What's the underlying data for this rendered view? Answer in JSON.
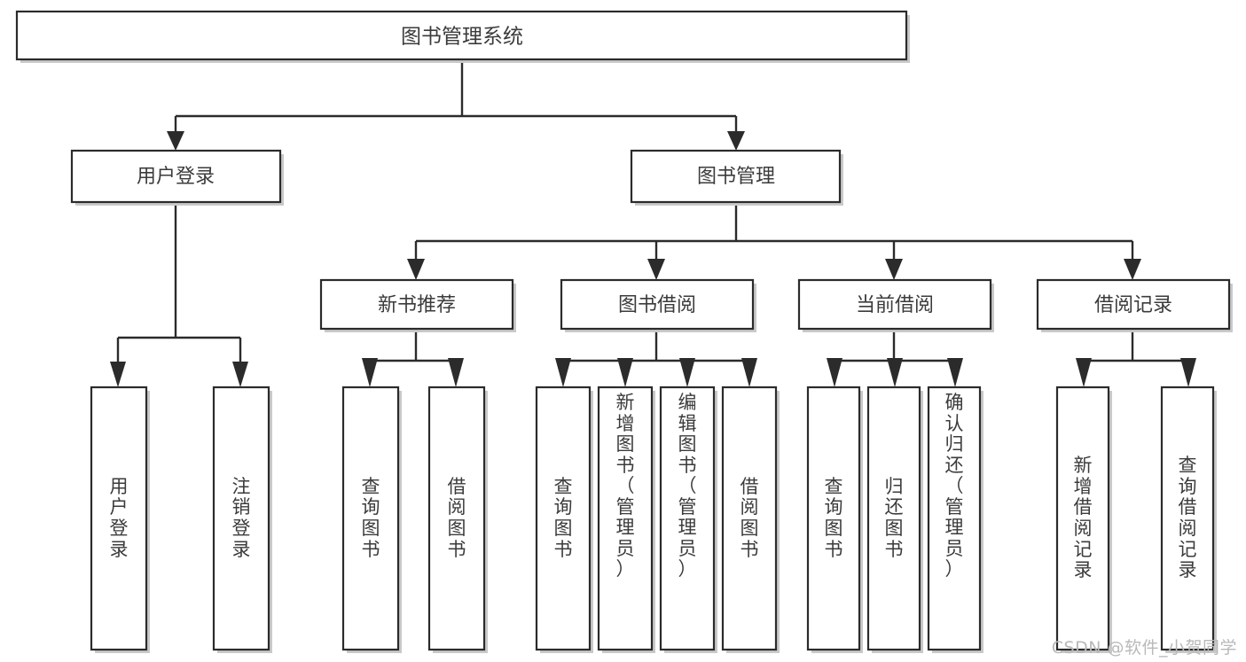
{
  "diagram": {
    "type": "tree-hierarchy",
    "title": "图书管理系统",
    "orientation": "top-down",
    "colors": {
      "box_stroke": "#2b2b2b",
      "box_fill": "#ffffff",
      "text": "#3b3b3b",
      "connector": "#2b2b2b",
      "watermark": "#b9b9b9",
      "background": "#ffffff"
    },
    "levels": {
      "root": "图书管理系统",
      "level2": [
        "用户登录",
        "图书管理"
      ],
      "level3": [
        "新书推荐",
        "图书借阅",
        "当前借阅",
        "借阅记录"
      ]
    },
    "nodes": {
      "root": {
        "label": "图书管理系统"
      },
      "user_login": {
        "label": "用户登录"
      },
      "book_manage": {
        "label": "图书管理"
      },
      "new_book_rec": {
        "label": "新书推荐"
      },
      "book_borrow": {
        "label": "图书借阅"
      },
      "current_borrow": {
        "label": "当前借阅"
      },
      "borrow_record": {
        "label": "借阅记录"
      }
    },
    "leaves": {
      "user_login": [
        {
          "label": "用户登录"
        },
        {
          "label": "注销登录"
        }
      ],
      "new_book_rec": [
        {
          "label": "查询图书"
        },
        {
          "label": "借阅图书"
        }
      ],
      "book_borrow": [
        {
          "label": "查询图书"
        },
        {
          "label": "新增图书（管理员）"
        },
        {
          "label": "编辑图书（管理员）"
        },
        {
          "label": "借阅图书"
        }
      ],
      "current_borrow": [
        {
          "label": "查询图书"
        },
        {
          "label": "归还图书"
        },
        {
          "label": "确认归还（管理员）"
        }
      ],
      "borrow_record": [
        {
          "label": "新增借阅记录"
        },
        {
          "label": "查询借阅记录"
        }
      ]
    },
    "watermark": "CSDN @软件_小贺同学"
  }
}
